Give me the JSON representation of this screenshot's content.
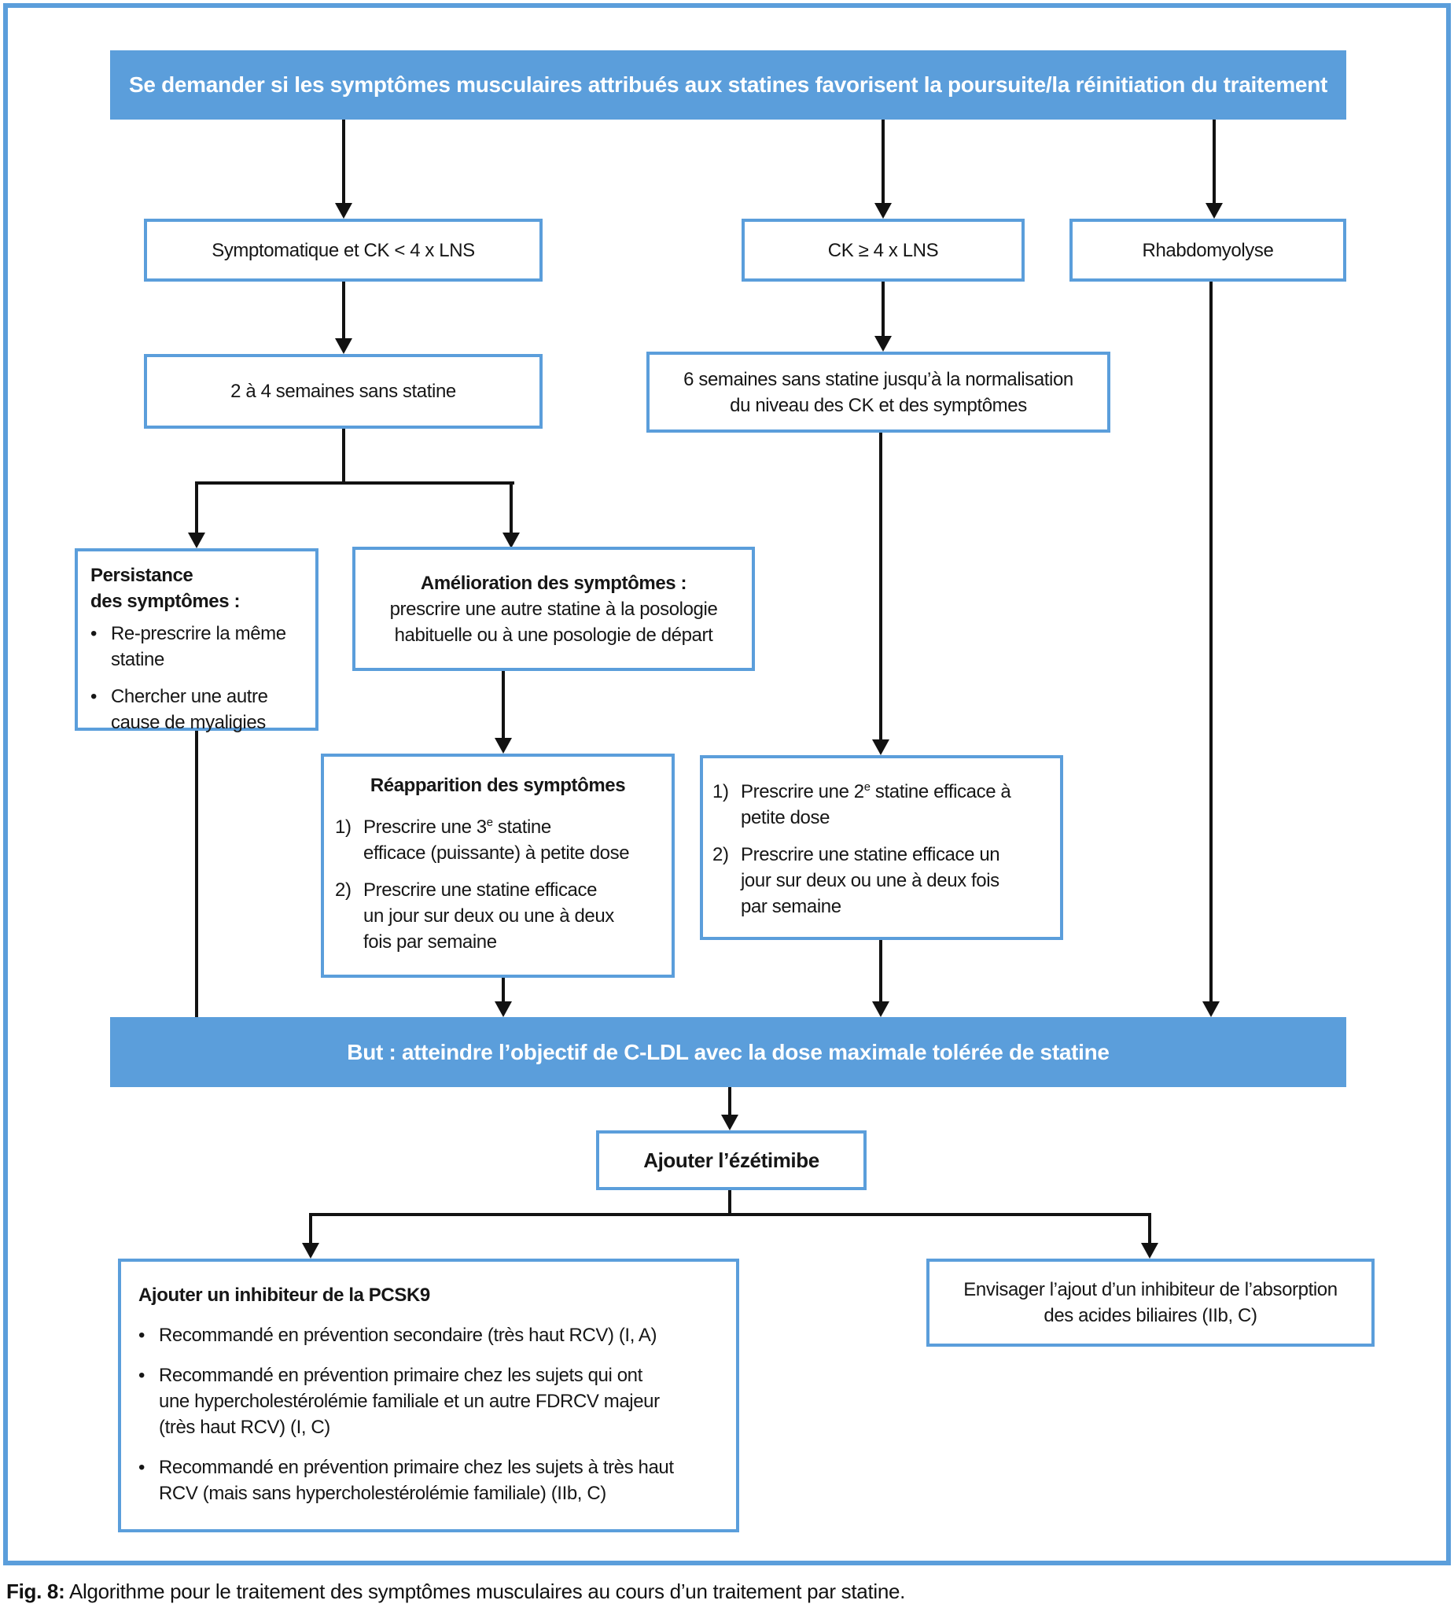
{
  "colors": {
    "accent_blue": "#5b9edb",
    "line_black": "#121212",
    "box_background": "#ffffff"
  },
  "glyphs": {
    "bullet": "•"
  },
  "top_banner": "Se demander si les symptômes musculaires attribués aux statines favorisent la poursuite/la réinitiation du traitement",
  "branch": {
    "symptomatic": "Symptomatique et CK < 4 x LNS",
    "ck_high": "CK ≥ 4 x LNS",
    "rhabdomyolysis": "Rhabdomyolyse"
  },
  "wait": {
    "two_to_four_weeks": "2 à 4 semaines sans statine",
    "six_weeks": "6 semaines sans statine jusqu’à la normalisation\ndu niveau des CK et des symptômes"
  },
  "persistence": {
    "title": "Persistance\ndes symptômes :",
    "bullets": [
      "Re-prescrire la même\nstatine",
      "Chercher une autre\ncause de myaligies"
    ]
  },
  "improvement": {
    "title": "Amélioration des symptômes :",
    "body": "prescrire une autre statine à la posologie\nhabituelle ou à une posologie de départ"
  },
  "recurrence": {
    "title": "Réapparition des symptômes",
    "item1": {
      "num": "1)",
      "pre": "Prescrire une 3",
      "sup": "e",
      "post": " statine\nefficace (puissante) à petite dose"
    },
    "item2": {
      "num": "2)",
      "text": "Prescrire une statine efficace\nun jour sur deux ou une à deux\nfois par semaine"
    }
  },
  "second_statin": {
    "item1": {
      "num": "1)",
      "pre": "Prescrire une 2",
      "sup": "e",
      "post": " statine efficace à\npetite dose"
    },
    "item2": {
      "num": "2)",
      "text": "Prescrire une statine efficace un\njour sur deux ou une à deux fois\npar semaine"
    }
  },
  "goal_banner": "But : atteindre l’objectif de C-LDL avec la dose maximale tolérée de statine",
  "ezetimibe": {
    "label": "Ajouter l’ézétimibe"
  },
  "pcsk9": {
    "title": "Ajouter un inhibiteur de la PCSK9",
    "bullets": [
      "Recommandé en prévention secondaire (très haut RCV) (I, A)",
      "Recommandé en prévention primaire chez les sujets qui ont\nune hypercholestérolémie familiale et un autre FDRCV majeur\n(très haut RCV) (I, C)",
      "Recommandé en prévention primaire chez les sujets à très haut\nRCV (mais sans hypercholestérolémie familiale) (IIb, C)"
    ]
  },
  "bile_acid": {
    "text": "Envisager l’ajout d’un inhibiteur de l’absorption\ndes acides biliaires (IIb, C)"
  },
  "caption": {
    "label": "Fig. 8:",
    "text": "Algorithme pour le traitement des symptômes musculaires au cours d’un traitement par statine."
  }
}
